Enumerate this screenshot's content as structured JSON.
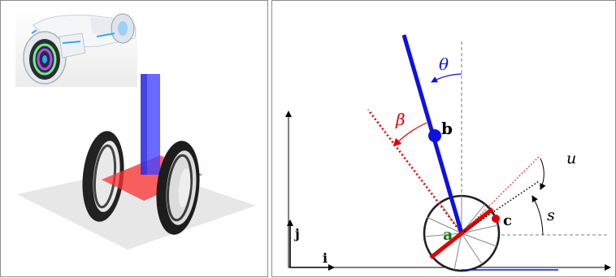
{
  "labels": {
    "theta": "θ",
    "beta": "β",
    "u": "u",
    "s": "s",
    "a": "a",
    "b": "b",
    "c": "c",
    "i": "i",
    "j": "j"
  },
  "colors": {
    "pole": "#1010e0",
    "beta_line": "#e00000",
    "point_a": "#1a7a1a",
    "panel_border": "#8c8c8c",
    "ground_plane": "#e4e4e4",
    "platform": "#ff4040",
    "column": "#5a5aff"
  }
}
